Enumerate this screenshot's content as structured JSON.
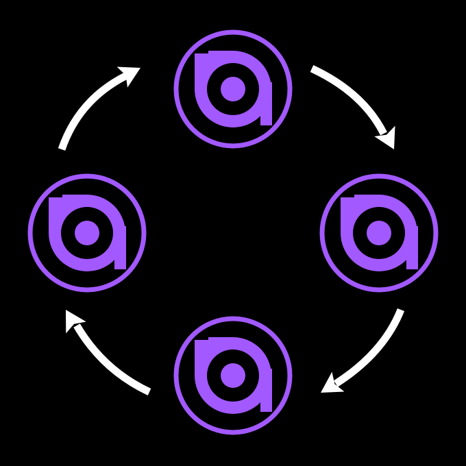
{
  "diagram": {
    "background_color": "#000000",
    "logo_color": "#A259FF",
    "arrow_color": "#FFFFFF",
    "flow_direction": "clockwise",
    "nodes": [
      {
        "id": "top",
        "icon": "brand-logo-icon"
      },
      {
        "id": "right",
        "icon": "brand-logo-icon"
      },
      {
        "id": "bottom",
        "icon": "brand-logo-icon"
      },
      {
        "id": "left",
        "icon": "brand-logo-icon"
      }
    ],
    "arrows": [
      {
        "from": "top",
        "to": "right"
      },
      {
        "from": "right",
        "to": "bottom"
      },
      {
        "from": "bottom",
        "to": "left"
      },
      {
        "from": "left",
        "to": "top"
      }
    ]
  }
}
